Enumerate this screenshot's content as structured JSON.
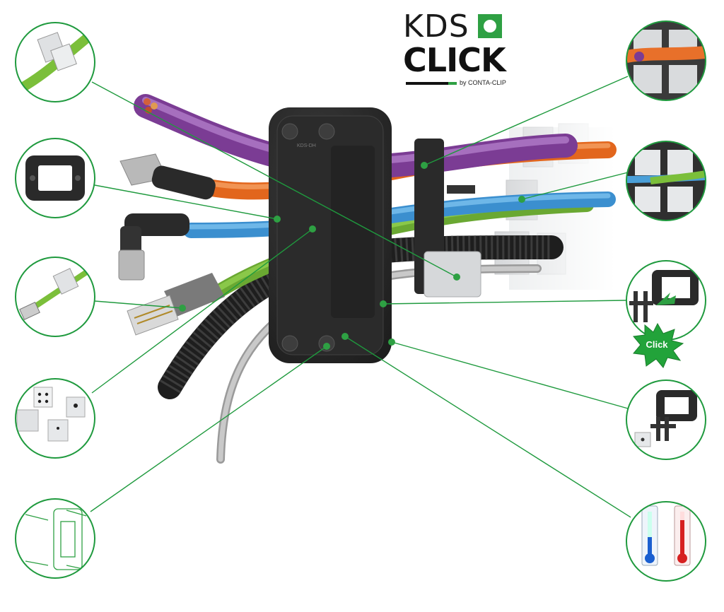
{
  "logo": {
    "line1": "KDS",
    "line2": "CLICK",
    "byline": "by CONTA-CLIP"
  },
  "frame": {
    "imprint": "KDS-DH"
  },
  "detail_callouts": {
    "click_label": "Click"
  },
  "colors": {
    "brand_green": "#2ea043",
    "callout_line": "#1f9a3e",
    "frame_black": "#2b2b2b",
    "cable_purple": "#8e4fa6",
    "cable_orange": "#e8702a",
    "cable_blue": "#4a9fd8",
    "cable_green": "#7bbf3a",
    "cable_grey": "#b9b9b9",
    "conduit_black": "#222222",
    "seal_grey": "#d6d8da",
    "thermo_cold": "#1a5fd0",
    "thermo_hot": "#d62020"
  },
  "icons": [
    "cable-seal-detail-icon",
    "cable-entry-frame-icon",
    "rj45-connector-icon",
    "seal-inserts-icon",
    "wall-mounting-icon",
    "sealing-close-up-icon",
    "cable-grid-icon",
    "click-assembly-icon",
    "frame-and-seal-icon",
    "thermometer-icon"
  ]
}
